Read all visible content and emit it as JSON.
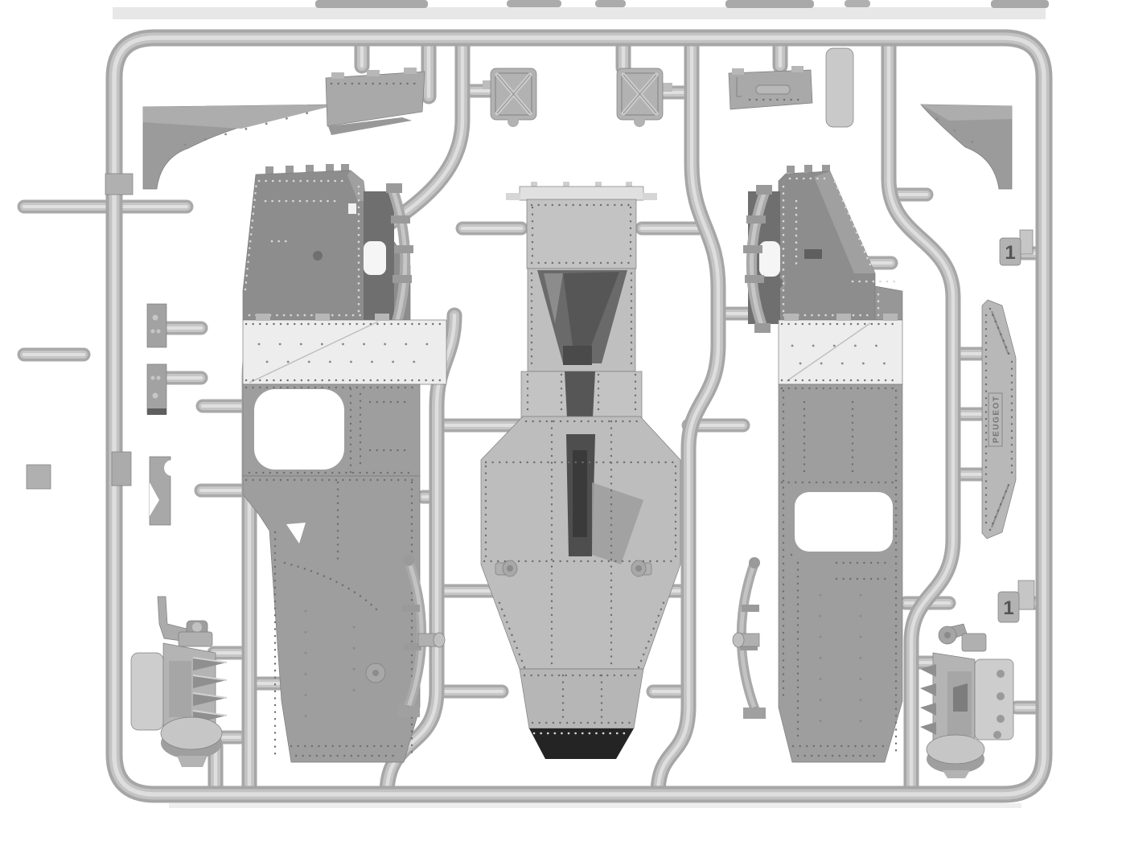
{
  "scene": {
    "description": "CGI render of a light-gray injection-moulded plastic model-kit sprue (runner frame) holding armored-car body parts",
    "background_color": "#ffffff",
    "plastic_color": "#bdbdbd",
    "dark_armor_color": "#8d8d8d",
    "mid_armor_color": "#9e9e9e",
    "light_armor_color": "#c2c2c2",
    "white_band_color": "#ededed",
    "black_part_color": "#242424"
  },
  "texts": {
    "radiator_plate_embossed": "PEUGEOT",
    "sprue_number_tags": [
      "1",
      "1"
    ]
  },
  "parts": [
    {
      "name": "sprue-frame",
      "desc": "rounded rectangular runner frame with internal runners and connection stubs"
    },
    {
      "name": "fender-support-left",
      "desc": "triangular mudguard bracket, top left"
    },
    {
      "name": "front-armor-plate",
      "desc": "small hinged plate, top left-center"
    },
    {
      "name": "hatch-door-left",
      "desc": "square hatch with X cross ribs"
    },
    {
      "name": "hatch-door-right",
      "desc": "square hatch with X cross ribs"
    },
    {
      "name": "rear-armor-plate",
      "desc": "hinged plate with handle, top right"
    },
    {
      "name": "fender-support-right",
      "desc": "triangular mudguard bracket, top right"
    },
    {
      "name": "hull-side-panel-left",
      "desc": "riveted hull side with window opening and leaf springs"
    },
    {
      "name": "engine-hood-armor",
      "desc": "central riveted bonnet / hood assembly with dark lower wedge"
    },
    {
      "name": "hull-side-panel-right",
      "desc": "mirrored riveted hull side with window opening and leaf springs"
    },
    {
      "name": "radiator-armor-plate",
      "desc": "narrow riveted plate embossed PEUGEOT",
      "embossed_text": "PEUGEOT"
    },
    {
      "name": "engine-block-left",
      "desc": "engine with cooling fins and flywheel, bottom left"
    },
    {
      "name": "engine-block-right",
      "desc": "mirrored engine with cooling fins and flywheel, bottom right"
    },
    {
      "name": "sprue-number-tag-top",
      "label": "1"
    },
    {
      "name": "sprue-number-tag-bottom",
      "label": "1"
    },
    {
      "name": "small-bracket-plates",
      "desc": "small riveted plates and bracket on left runner"
    }
  ]
}
